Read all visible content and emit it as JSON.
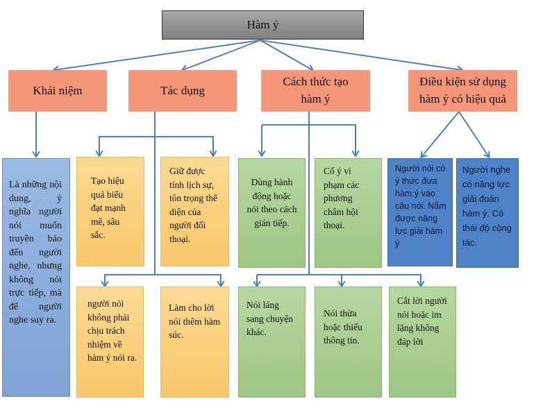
{
  "root": "Hàm ý",
  "categories": {
    "khai_niem": "Khái niệm",
    "tac_dung": "Tác dụng",
    "cach_thuc": "Cách thức tạo hàm ý",
    "dieu_kien": "Điều kiện sử dụng hàm ý có hiệu quả"
  },
  "khai_niem_box": "Là những nội dung, ý nghĩa người nói muốn truyền báo đến người nghe, nhưng không nói trực tiếp, mà để người nghe suy ra.",
  "tac_dung_boxes": [
    "Tạo hiệu quả biểu đạt mạnh mẽ, sâu sắc.",
    "Giữ được tính lịch sự, tôn trọng thể diện của người đối thoại.",
    "người nói không phải chịu trách nhiệm về hàm ý nói ra.",
    "Làm cho lời nói thêm hàm súc."
  ],
  "cach_thuc_boxes": [
    "Dùng hành động hoặc nói theo cách gián tiếp.",
    "Cố ý vi phạm các phương châm hội thoại.",
    "Nói lảng sang chuyện khác.",
    "Nói thừa hoặc thiếu thông tin.",
    "Cắt lời người nói hoặc im lặng không đáp lời"
  ],
  "dieu_kien_boxes": [
    "Người nói có ý thức đưa hàm ý vào câu nói. Nắm được năng lực giải hàm ý",
    "Người nghe có năng lực giải đoán hàm ý. Có thái độ cộng tác."
  ],
  "colors": {
    "root": "#8c8c8c",
    "category": "#f3967a",
    "arrow": "#4a7ebf",
    "definition": "#8fb0de",
    "condition": "#4f81c7",
    "effect": "#f9cf7c",
    "method": "#a9cf90"
  }
}
